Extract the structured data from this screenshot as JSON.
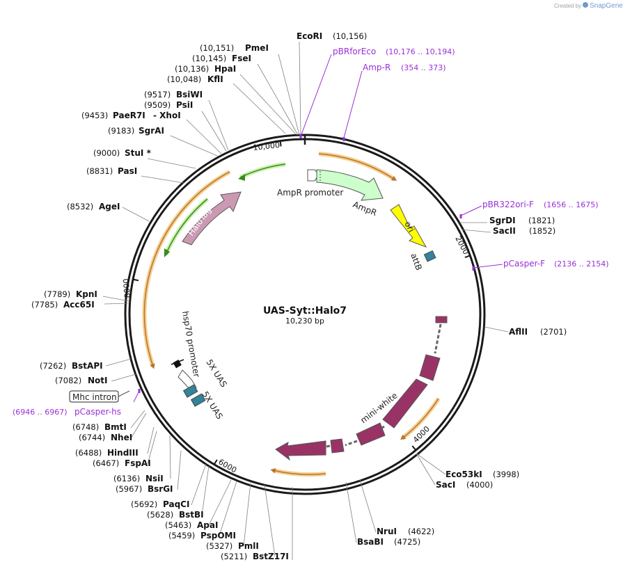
{
  "credit": {
    "prefix": "Created by",
    "brand": "SnapGene"
  },
  "plasmid": {
    "name": "UAS-Syt::Halo7",
    "size_label": "10,230 bp",
    "length": 10230
  },
  "ticks": [
    {
      "label": "10,000",
      "pos": 10000
    },
    {
      "label": "2000",
      "pos": 2000
    },
    {
      "label": "4000",
      "pos": 4000
    },
    {
      "label": "6000",
      "pos": 6000
    },
    {
      "label": "8000",
      "pos": 8000
    }
  ],
  "features": [
    {
      "label": "AmpR promoter",
      "type": "promoter",
      "color": "#ffffff"
    },
    {
      "label": "AmpR",
      "type": "CDS",
      "color": "#ccffcc"
    },
    {
      "label": "ori",
      "type": "rep_origin",
      "color": "#ffff00"
    },
    {
      "label": "attB",
      "type": "misc",
      "color": "#31849b"
    },
    {
      "label": "mini-white",
      "type": "CDS",
      "color": "#993366"
    },
    {
      "label": "hsp70 promoter",
      "type": "promoter",
      "color": "#ffffff"
    },
    {
      "label": "5X UAS",
      "type": "misc",
      "color": "#31849b"
    },
    {
      "label": "5X UAS",
      "type": "misc",
      "color": "#31849b"
    },
    {
      "label": "HaloTag®",
      "type": "CDS",
      "color": "#cc99b2"
    },
    {
      "label": "Mhc intron",
      "type": "intron",
      "color": "#ffffff"
    }
  ],
  "sites": [
    {
      "name": "EcoRI",
      "pos": "(10,156)"
    },
    {
      "name": "PmeI",
      "pos": "(10,151)"
    },
    {
      "name": "FseI",
      "pos": "(10,145)"
    },
    {
      "name": "HpaI",
      "pos": "(10,136)"
    },
    {
      "name": "KflI",
      "pos": "(10,048)"
    },
    {
      "name": "BsiWI",
      "pos": "(9517)"
    },
    {
      "name": "PsiI",
      "pos": "(9509)"
    },
    {
      "name": "PaeR7I",
      "pos": "(9453)",
      "extra": "- XhoI"
    },
    {
      "name": "SgrAI",
      "pos": "(9183)"
    },
    {
      "name": "StuI *",
      "pos": "(9000)"
    },
    {
      "name": "PasI",
      "pos": "(8831)"
    },
    {
      "name": "AgeI",
      "pos": "(8532)"
    },
    {
      "name": "KpnI",
      "pos": "(7789)"
    },
    {
      "name": "Acc65I",
      "pos": "(7785)"
    },
    {
      "name": "BstAPI",
      "pos": "(7262)"
    },
    {
      "name": "NotI",
      "pos": "(7082)"
    },
    {
      "name": "BmtI",
      "pos": "(6748)"
    },
    {
      "name": "NheI",
      "pos": "(6744)"
    },
    {
      "name": "HindIII",
      "pos": "(6488)"
    },
    {
      "name": "FspAI",
      "pos": "(6467)"
    },
    {
      "name": "NsiI",
      "pos": "(6136)"
    },
    {
      "name": "BsrGI",
      "pos": "(5967)"
    },
    {
      "name": "PaqCI",
      "pos": "(5692)"
    },
    {
      "name": "BstBI",
      "pos": "(5628)"
    },
    {
      "name": "ApaI",
      "pos": "(5463)"
    },
    {
      "name": "PspOMI",
      "pos": "(5459)"
    },
    {
      "name": "PmlI",
      "pos": "(5327)"
    },
    {
      "name": "BstZ17I",
      "pos": "(5211)"
    },
    {
      "name": "SgrDI",
      "pos": "(1821)"
    },
    {
      "name": "SacII",
      "pos": "(1852)"
    },
    {
      "name": "AflII",
      "pos": "(2701)"
    },
    {
      "name": "Eco53kI",
      "pos": "(3998)"
    },
    {
      "name": "SacI",
      "pos": "(4000)"
    },
    {
      "name": "NruI",
      "pos": "(4622)"
    },
    {
      "name": "BsaBI",
      "pos": "(4725)"
    }
  ],
  "primers": [
    {
      "name": "pBRforEco",
      "range": "(10,176 .. 10,194)"
    },
    {
      "name": "Amp-R",
      "range": "(354 .. 373)"
    },
    {
      "name": "pBR322ori-F",
      "range": "(1656 .. 1675)"
    },
    {
      "name": "pCasper-F",
      "range": "(2136 .. 2154)"
    },
    {
      "name": "pCasper-hs",
      "range": "(6946 .. 6967)"
    }
  ],
  "colors": {
    "backbone": "#1a1a1a",
    "primer": "#9a2fd6",
    "orf_fill": "#b87333",
    "orf_glow": "#f5cf8c",
    "green_orf": "#3b8a1e",
    "green_glow": "#c7f0a8",
    "site_line": "#808080"
  }
}
